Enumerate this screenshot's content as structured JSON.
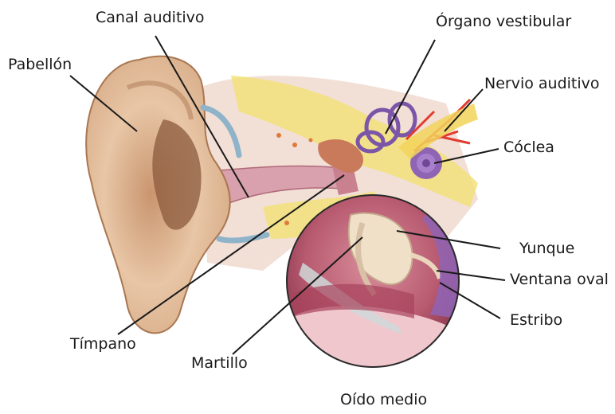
{
  "labels": {
    "canal_auditivo": "Canal auditivo",
    "organo_vestibular": "Órgano vestibular",
    "pabellon": "Pabellón",
    "nervio_auditivo": "Nervio auditivo",
    "coclea": "Cóclea",
    "yunque": "Yunque",
    "ventana_oval": "Ventana oval",
    "estribo": "Estribo",
    "timpano": "Tímpano",
    "martillo": "Martillo",
    "oido_medio": "Oído medio"
  },
  "colors": {
    "skin": "#e9c7a6",
    "skin_shadow": "#b58460",
    "canal": "#d9a1ad",
    "bone": "#f2e27a",
    "inset_bg": "#b85a70",
    "cochlea": "#8f64b5",
    "nerve": "#e23b2f"
  }
}
